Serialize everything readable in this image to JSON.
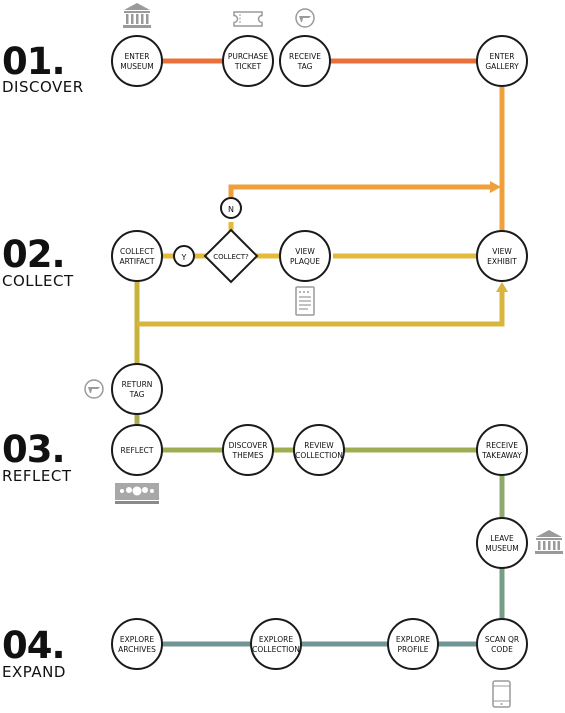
{
  "stages": [
    {
      "number": "01.",
      "name": "DISCOVER"
    },
    {
      "number": "02.",
      "name": "COLLECT"
    },
    {
      "number": "03.",
      "name": "REFLECT"
    },
    {
      "number": "04.",
      "name": "EXPAND"
    }
  ],
  "nodes": {
    "enter_museum": [
      "ENTER",
      "MUSEUM"
    ],
    "purchase_ticket": [
      "PURCHASE",
      "TICKET"
    ],
    "receive_tag": [
      "RECEIVE",
      "TAG"
    ],
    "enter_gallery": [
      "ENTER",
      "GALLERY"
    ],
    "collect_artifact": [
      "COLLECT",
      "ARTIFACT"
    ],
    "view_plaque": [
      "VIEW",
      "PLAQUE"
    ],
    "view_exhibit": [
      "VIEW",
      "EXHIBIT"
    ],
    "return_tag": [
      "RETURN",
      "TAG"
    ],
    "reflect": [
      "REFLECT"
    ],
    "discover_themes": [
      "DISCOVER",
      "THEMES"
    ],
    "review_collection": [
      "REVIEW",
      "COLLECTION"
    ],
    "receive_takeaway": [
      "RECEIVE",
      "TAKEAWAY"
    ],
    "leave_museum": [
      "LEAVE",
      "MUSEUM"
    ],
    "explore_archives": [
      "EXPLORE",
      "ARCHIVES"
    ],
    "explore_collection": [
      "EXPLORE",
      "COLLECTION"
    ],
    "explore_profile": [
      "EXPLORE",
      "PROFILE"
    ],
    "scan_qr_code": [
      "SCAN QR",
      "CODE"
    ]
  },
  "decision": {
    "label": "COLLECT?",
    "yes": "Y",
    "no": "N"
  },
  "icons": {
    "museum": "museum-icon",
    "ticket": "ticket-icon",
    "tag": "tag-icon",
    "plaque": "plaque-icon",
    "collection_board": "collection-board-icon",
    "phone": "phone-icon"
  },
  "colors": {
    "discover": "#e8703a",
    "discover_to_collect": "#efa03c",
    "collect": "#e3ba3c",
    "collect_down": "#c7b23e",
    "reflect": "#a0ac52",
    "reflect_down": "#8faa6c",
    "expand": "#6f9595",
    "node_stroke": "#1a1a1a",
    "text": "#111111",
    "icon": "#9a9a9a"
  }
}
